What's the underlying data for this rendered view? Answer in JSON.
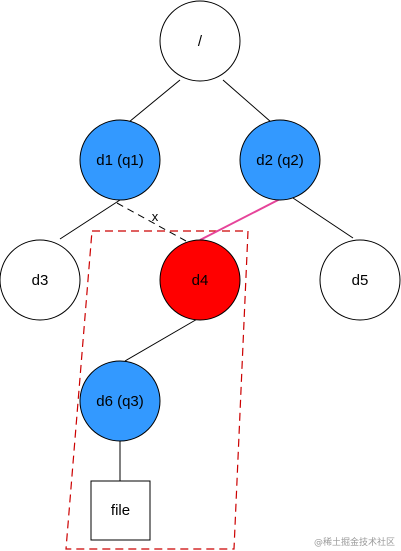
{
  "colors": {
    "plain_node": "#ffffff",
    "blue_node": "#3399ff",
    "red_node": "#ff0000",
    "edge": "#000000",
    "highlight_edge": "#e6449a",
    "dashed_box": "#cc0000"
  },
  "nodes": {
    "root": {
      "label": "/",
      "fill": "plain"
    },
    "d1": {
      "label": "d1 (q1)",
      "fill": "blue"
    },
    "d2": {
      "label": "d2 (q2)",
      "fill": "blue"
    },
    "d3": {
      "label": "d3",
      "fill": "plain"
    },
    "d4": {
      "label": "d4",
      "fill": "red"
    },
    "d5": {
      "label": "d5",
      "fill": "plain"
    },
    "d6": {
      "label": "d6 (q3)",
      "fill": "blue"
    },
    "file": {
      "label": "file",
      "shape": "square"
    }
  },
  "edges": [
    {
      "from": "root",
      "to": "d1",
      "style": "solid"
    },
    {
      "from": "root",
      "to": "d2",
      "style": "solid"
    },
    {
      "from": "d1",
      "to": "d3",
      "style": "solid"
    },
    {
      "from": "d1",
      "to": "d4",
      "style": "dashed",
      "label": "x"
    },
    {
      "from": "d2",
      "to": "d4",
      "style": "highlight"
    },
    {
      "from": "d2",
      "to": "d5",
      "style": "solid"
    },
    {
      "from": "d4",
      "to": "d6",
      "style": "solid"
    },
    {
      "from": "d6",
      "to": "file",
      "style": "solid"
    }
  ],
  "watermark": "@稀土掘金技术社区"
}
